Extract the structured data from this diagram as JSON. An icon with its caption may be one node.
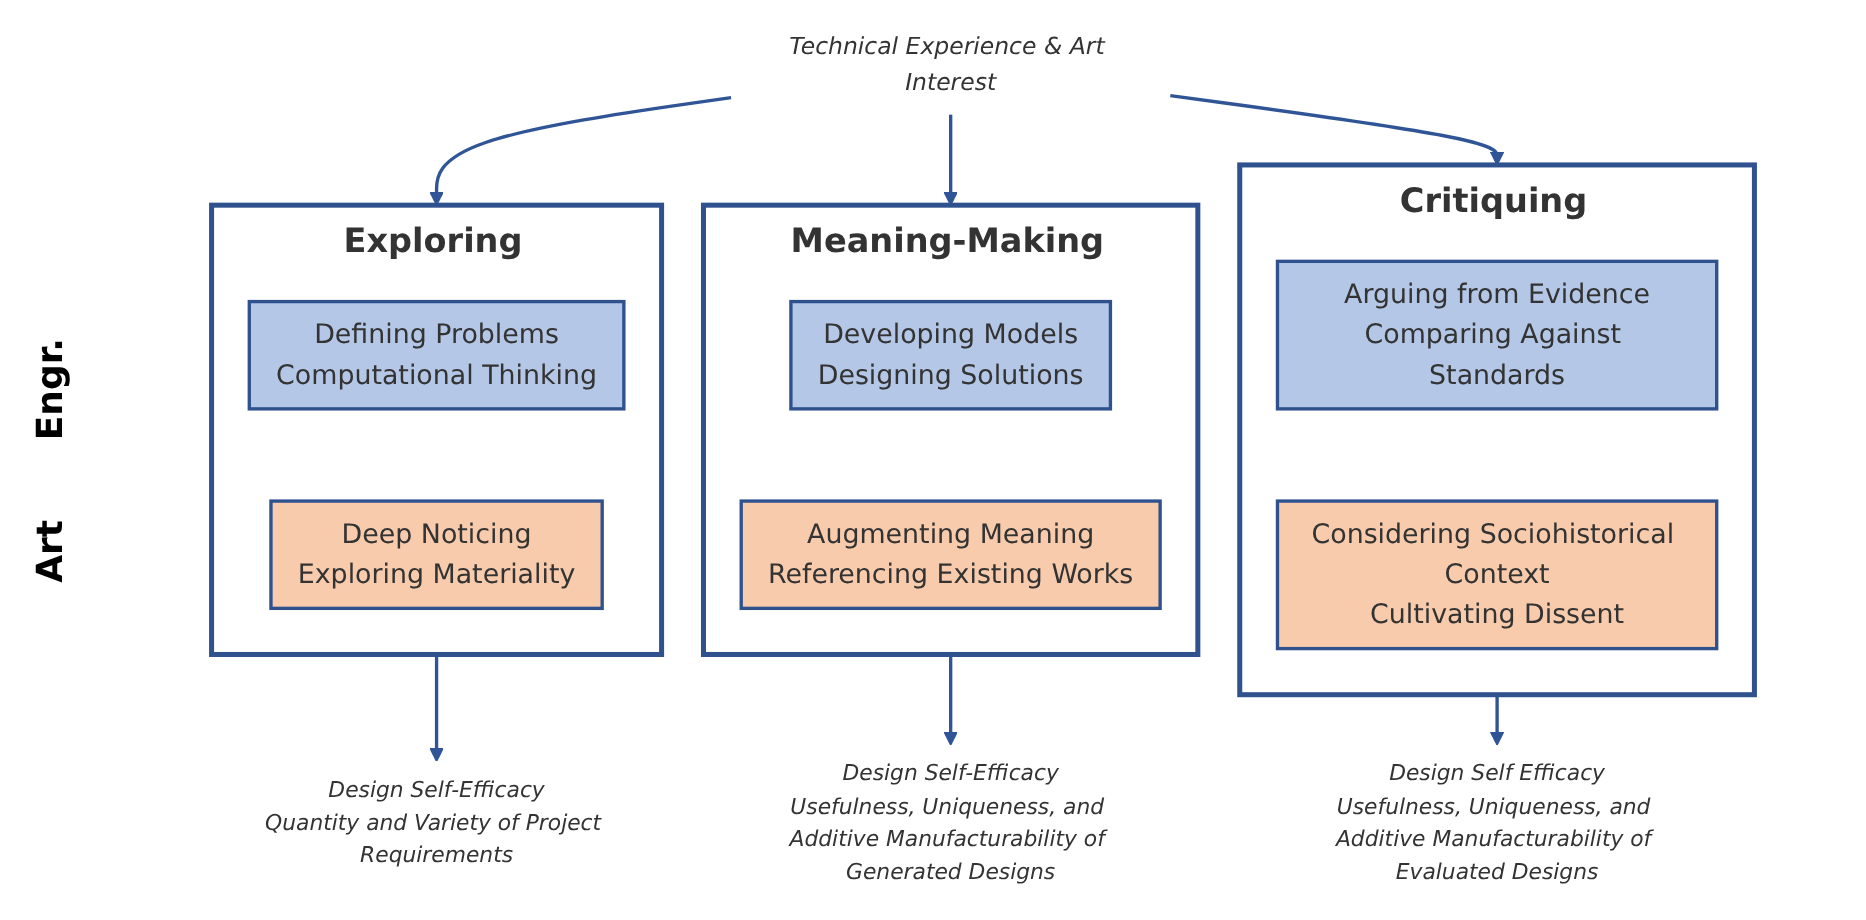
{
  "diagram": {
    "nodes": [
      {
        "text": [
          "Technical Experience & Art Interest"
        ]
      },
      {
        "text": [
          "Exploring"
        ]
      },
      {
        "text": [
          "Defining Problems",
          "Computational Thinking"
        ],
        "in": 1
      },
      {
        "text": [
          "Deep Noticing",
          "Exploring Materiality"
        ],
        "in": 1
      },
      {
        "text": [
          "Meaning-Making"
        ]
      },
      {
        "text": [
          "Developing Models",
          "Designing Solutions"
        ],
        "in": 4
      },
      {
        "text": [
          "Augmenting Meaning",
          "Referencing Existing Works"
        ],
        "in": 4
      },
      {
        "text": [
          "Critiquing"
        ]
      },
      {
        "text": [
          "Arguing from Evidence",
          "Comparing Against Standards"
        ],
        "in": 7
      },
      {
        "text": [
          "Considering Sociohistorical Context",
          "Cultivating Dissent"
        ],
        "in": 7
      },
      {
        "text": [
          "Design Self-Efficacy",
          "Quantity and Variety of Project Requirements"
        ]
      },
      {
        "text": [
          "Design Self-Efficacy",
          "Usefulness, Uniqueness, and Additive Manufacturability of Generated Designs"
        ]
      },
      {
        "text": [
          "Design Self Efficacy",
          "Usefulness, Uniqueness, and Additive Manufacturability of Evaluated Designs"
        ]
      }
    ],
    "edges": [
      {
        "from": 0,
        "to": 1,
        "arrow": "to"
      },
      {
        "from": 0,
        "to": 4,
        "arrow": "to"
      },
      {
        "from": 0,
        "to": 7,
        "arrow": "to"
      },
      {
        "from": 1,
        "to": 10,
        "arrow": "to"
      },
      {
        "from": 4,
        "to": 11,
        "arrow": "to"
      },
      {
        "from": 7,
        "to": 12,
        "arrow": "to"
      }
    ],
    "labels": [
      "Engr.",
      "Art"
    ]
  }
}
